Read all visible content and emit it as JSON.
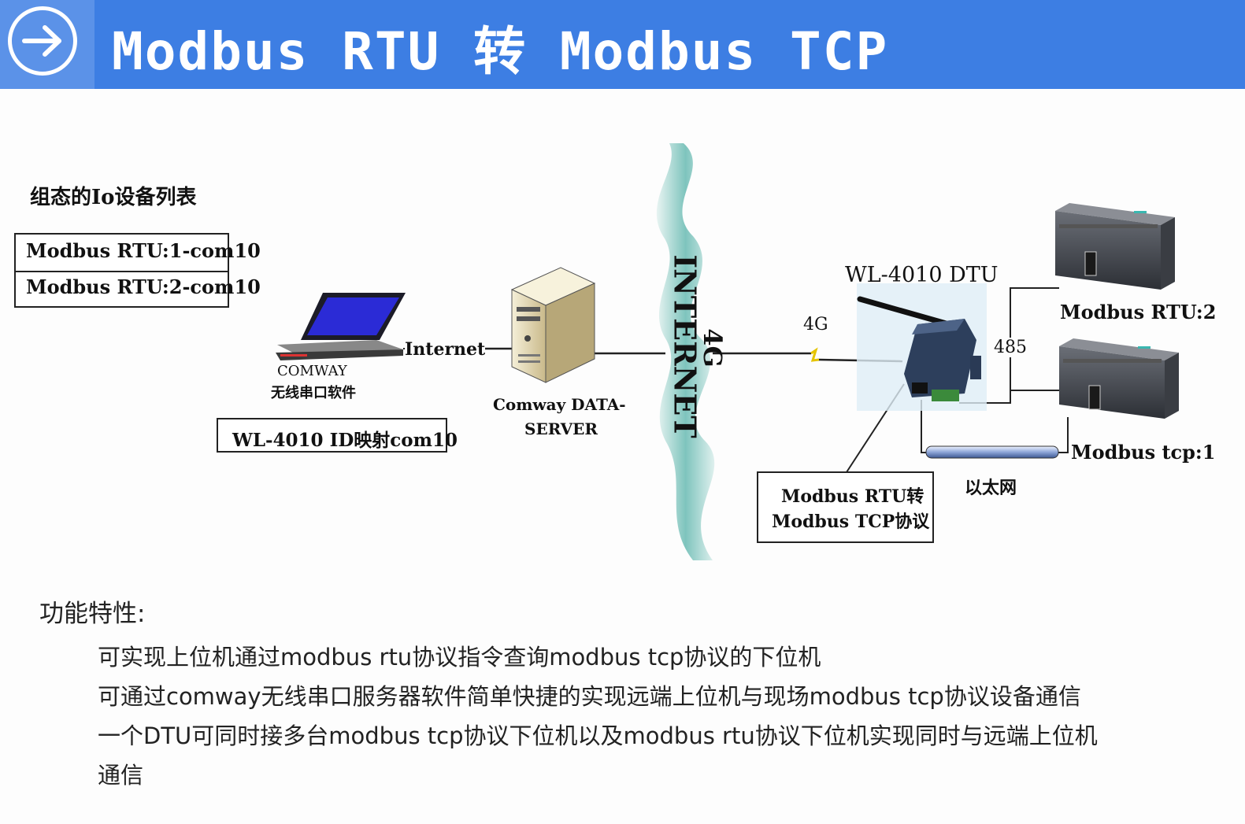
{
  "header": {
    "title": "Modbus RTU 转 Modbus TCP",
    "accent": "#3d7ee3",
    "icon": "arrow-right-circle-icon"
  },
  "device_table": {
    "heading": "组态的Io设备列表",
    "rows": [
      "Modbus RTU:1-com10",
      "Modbus RTU:2-com10"
    ]
  },
  "diagram": {
    "laptop_label_1": "COMWAY",
    "laptop_label_2": "无线串口软件",
    "internet_link": "Internet",
    "mapping_box": "WL-4010 ID映射com10",
    "server_label_1": "Comway DATA-",
    "server_label_2": "SERVER",
    "cloud_label": "INTERNET",
    "cloud_4g": "4G",
    "link_4g": "4G",
    "dtu_label": "WL-4010 DTU",
    "link_485": "485",
    "plc_rtu2": "Modbus RTU:2",
    "plc_tcp1": "Modbus tcp:1",
    "ethernet": "以太网",
    "protocol_box_1": "Modbus RTU转",
    "protocol_box_2": "Modbus TCP协议"
  },
  "features": {
    "heading": "功能特性:",
    "items": [
      "可实现上位机通过modbus rtu协议指令查询modbus tcp协议的下位机",
      "可通过comway无线串口服务器软件简单快捷的实现远端上位机与现场modbus tcp协议设备通信",
      "一个DTU可同时接多台modbus tcp协议下位机以及modbus rtu协议下位机实现同时与远端上位机",
      "通信"
    ]
  }
}
